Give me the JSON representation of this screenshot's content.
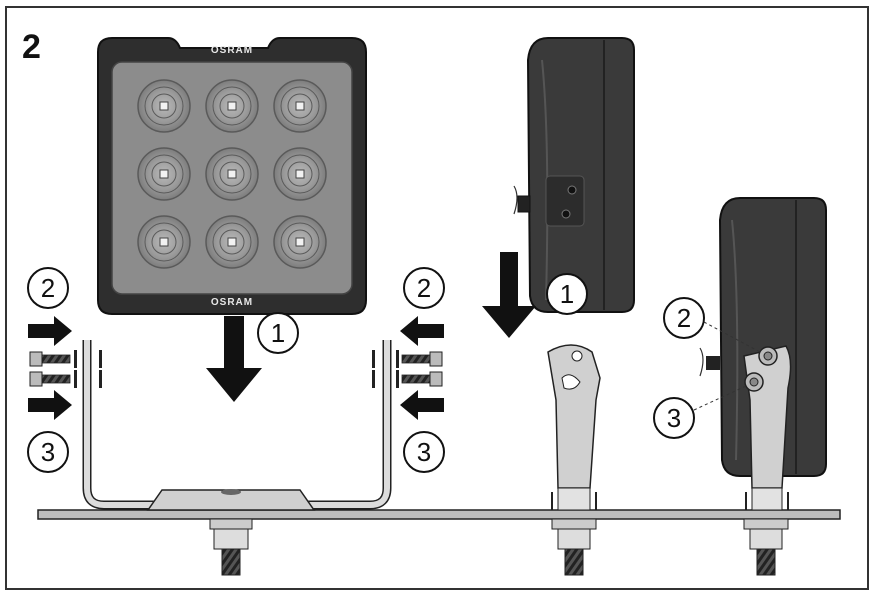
{
  "figure": {
    "step_number": "2",
    "brand_top": "OSRAM",
    "brand_bottom": "OSRAM"
  },
  "callouts": {
    "front_top_left": "2",
    "front_bottom_left": "3",
    "front_top_right": "2",
    "front_bottom_right": "3",
    "front_center": "1",
    "side_drop": "1",
    "side_mounted_top": "2",
    "side_mounted_bottom": "3"
  },
  "colors": {
    "frame": "#333333",
    "lamp_housing": "#3a3a3a",
    "lens": "#8e8e8e",
    "bracket": "#d4d4d4",
    "arrow": "#111111"
  }
}
